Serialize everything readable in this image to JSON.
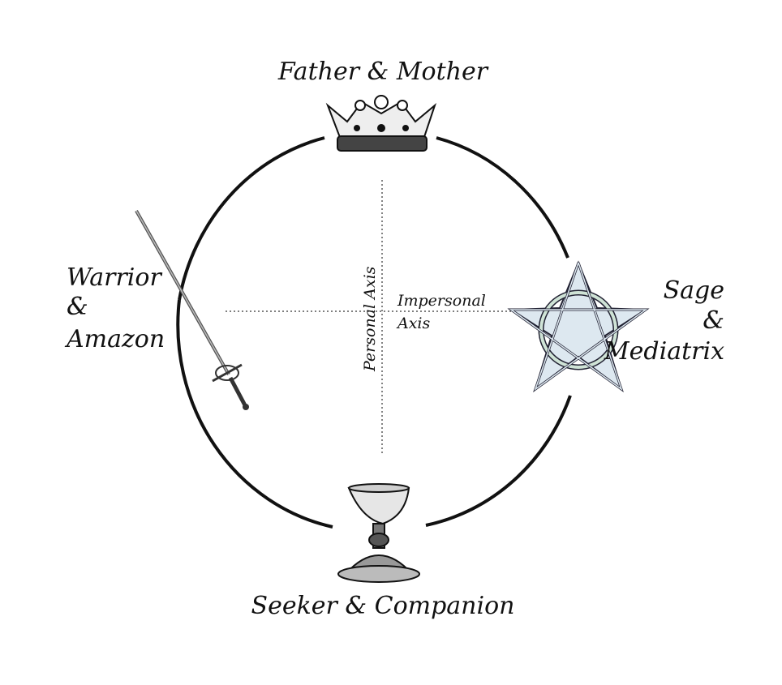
{
  "labels": {
    "top": "Father & Mother",
    "left_line1": "Warrior",
    "left_line2": "&",
    "left_line3": "Amazon",
    "right_line1": "Sage",
    "right_line2": "&",
    "right_line3": "Mediatrix",
    "bottom": "Seeker & Companion",
    "personal_axis": "Personal Axis",
    "impersonal_line1": "Impersonal",
    "impersonal_line2": "Axis"
  },
  "icons": {
    "top": "crown-icon",
    "left": "sword-icon",
    "right": "pentagram-icon",
    "bottom": "chalice-icon"
  },
  "colors": {
    "ink": "#111111",
    "pentagram_fill": "#dde8f0",
    "pentagram_ring": "#cfe3d6"
  }
}
